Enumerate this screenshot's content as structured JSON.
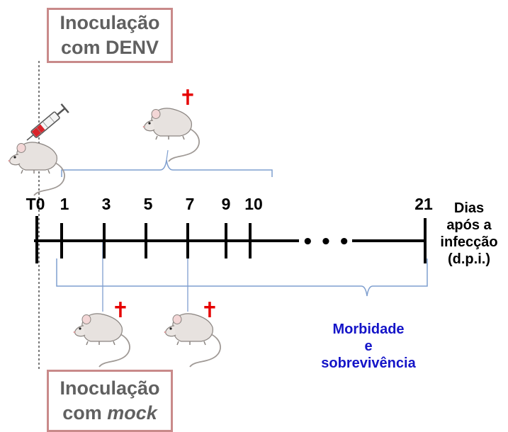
{
  "top_box": {
    "line1": "Inoculação",
    "line2": "com DENV"
  },
  "bottom_box": {
    "line1": "Inoculação",
    "line2_plain": "com ",
    "line2_italic": "mock"
  },
  "timeline": {
    "ticks": [
      "T0",
      "1",
      "3",
      "5",
      "7",
      "9",
      "10",
      "21"
    ],
    "ellipsis": "• • •"
  },
  "axis_title": {
    "line1": "Dias",
    "line2": "após a",
    "line3": "infecção",
    "line4": "(d.p.i.)"
  },
  "morbidity_label": {
    "line1": "Morbidade",
    "line2": "e",
    "line3": "sobrevivência"
  },
  "death_marker": "✝",
  "icons": [
    "syringe-icon",
    "mouse-icon",
    "cross-icon"
  ],
  "colors": {
    "box_border": "#c98a8a",
    "box_text": "#606060",
    "bracket": "#7f9fcf",
    "cross": "#e60000",
    "morbidity_text": "#1414c8",
    "axis": "#000000"
  }
}
